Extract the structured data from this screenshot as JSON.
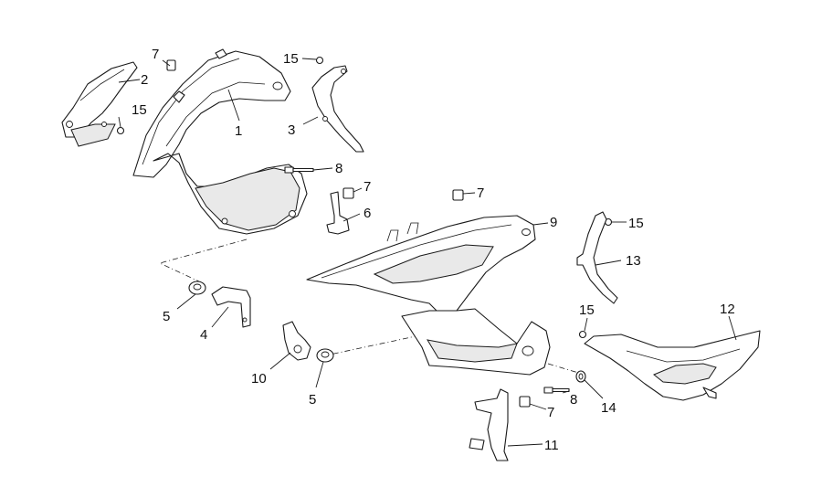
{
  "callouts": [
    {
      "id": "c1",
      "label": "1"
    },
    {
      "id": "c2",
      "label": "2"
    },
    {
      "id": "c3",
      "label": "3"
    },
    {
      "id": "c4",
      "label": "4"
    },
    {
      "id": "c5a",
      "label": "5"
    },
    {
      "id": "c5b",
      "label": "5"
    },
    {
      "id": "c6",
      "label": "6"
    },
    {
      "id": "c7a",
      "label": "7"
    },
    {
      "id": "c7b",
      "label": "7"
    },
    {
      "id": "c7c",
      "label": "7"
    },
    {
      "id": "c7d",
      "label": "7"
    },
    {
      "id": "c8a",
      "label": "8"
    },
    {
      "id": "c8b",
      "label": "8"
    },
    {
      "id": "c9",
      "label": "9"
    },
    {
      "id": "c10",
      "label": "10"
    },
    {
      "id": "c11",
      "label": "11"
    },
    {
      "id": "c12",
      "label": "12"
    },
    {
      "id": "c13",
      "label": "13"
    },
    {
      "id": "c14",
      "label": "14"
    },
    {
      "id": "c15a",
      "label": "15"
    },
    {
      "id": "c15b",
      "label": "15"
    },
    {
      "id": "c15c",
      "label": "15"
    },
    {
      "id": "c15d",
      "label": "15"
    }
  ]
}
